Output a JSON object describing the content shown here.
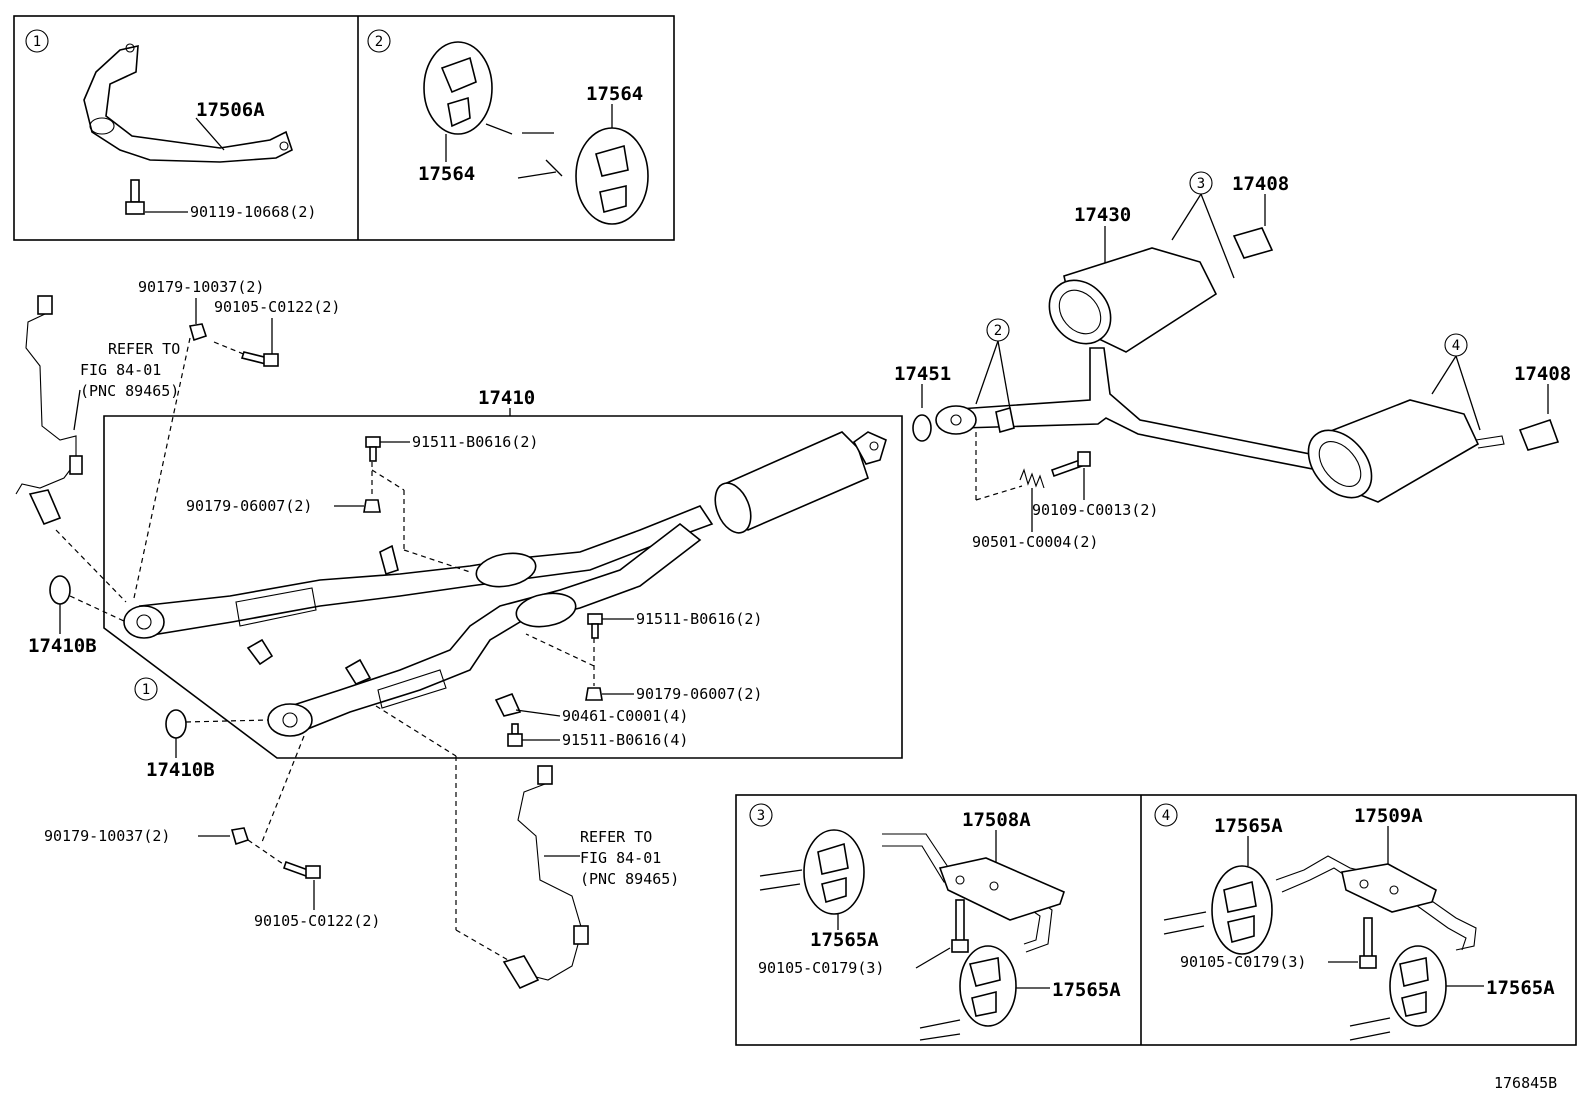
{
  "figure_id": "176845B",
  "callouts": {
    "c1": "1",
    "c2": "2",
    "c3": "3",
    "c4": "4"
  },
  "parts": {
    "p17506A": "17506A",
    "p90119_10668": "90119-10668(2)",
    "p17564": "17564",
    "p90179_10037": "90179-10037(2)",
    "p90105_C0122": "90105-C0122(2)",
    "p17410": "17410",
    "p91511_B0616_2": "91511-B0616(2)",
    "p90179_06007": "90179-06007(2)",
    "p17410B": "17410B",
    "p90461_C0001": "90461-C0001(4)",
    "p91511_B0616_4": "91511-B0616(4)",
    "p17430": "17430",
    "p17408": "17408",
    "p17451": "17451",
    "p90109_C0013": "90109-C0013(2)",
    "p90501_C0004": "90501-C0004(2)",
    "p17508A": "17508A",
    "p17565A": "17565A",
    "p90105_C0179": "90105-C0179(3)",
    "p17509A": "17509A"
  },
  "refer": {
    "line1": "REFER TO",
    "line2": "FIG 84-01",
    "line3": "(PNC 89465)"
  }
}
